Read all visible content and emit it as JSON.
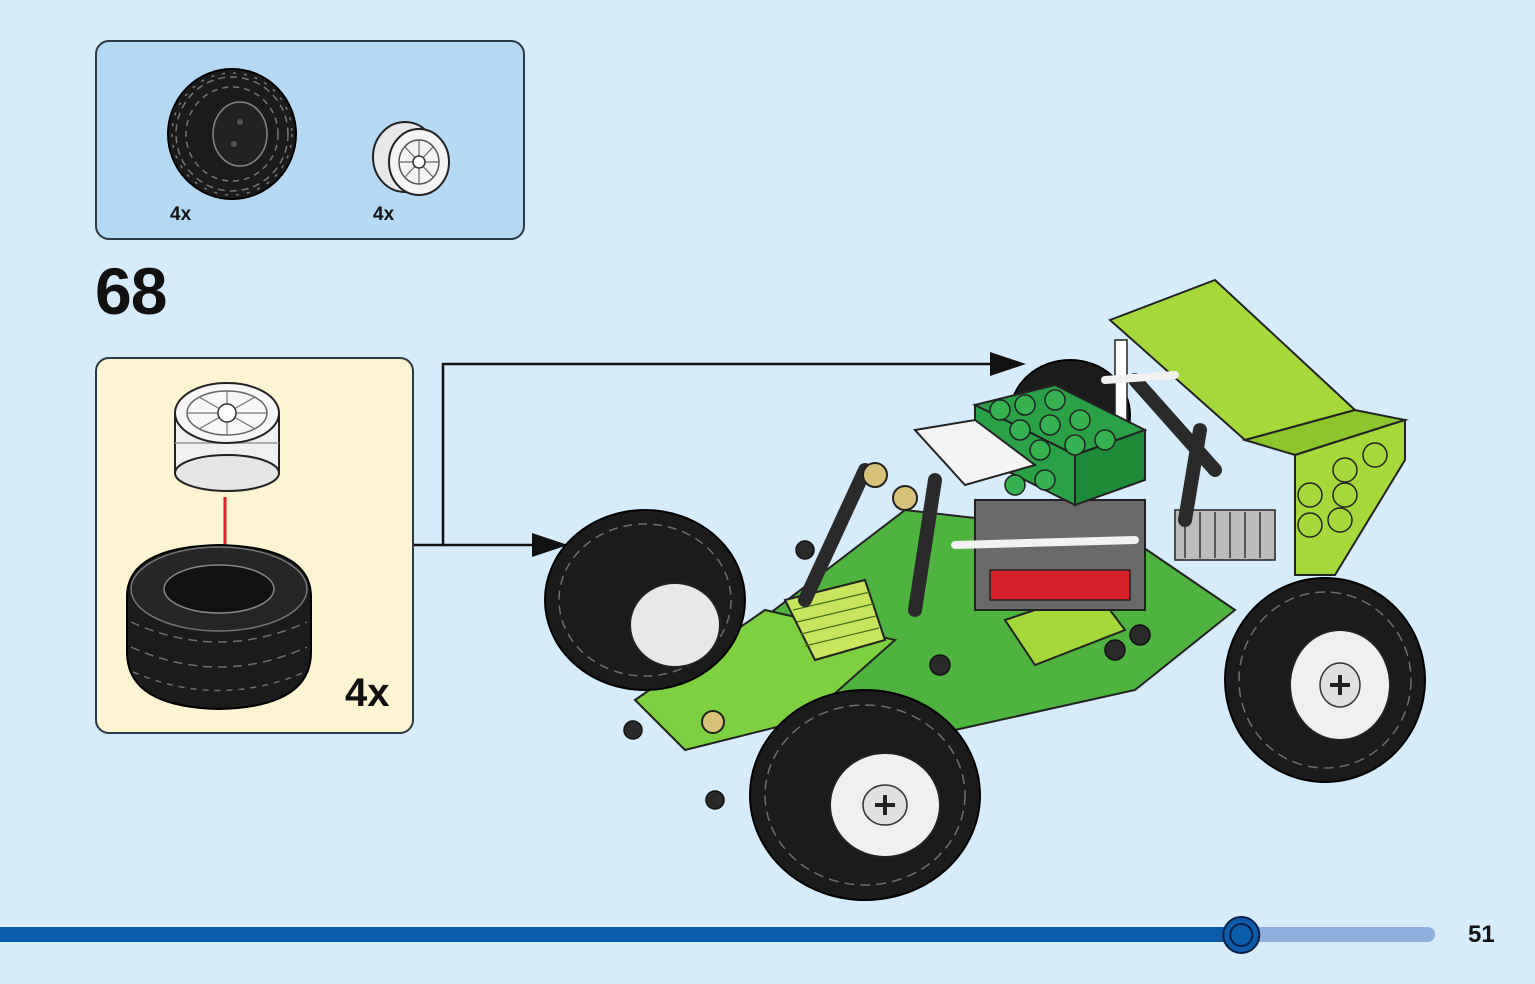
{
  "parts_list": {
    "items": [
      {
        "name": "tire",
        "icon": "black-offroad-tire-icon",
        "quantity": "4x"
      },
      {
        "name": "wheel-rim",
        "icon": "white-wheel-rim-icon",
        "quantity": "4x"
      }
    ]
  },
  "step": {
    "number": "68",
    "subassembly": {
      "quantity": "4x",
      "parts": [
        "white-wheel-rim-icon",
        "black-offroad-tire-icon"
      ]
    }
  },
  "model": {
    "icon": "green-buggy-model-icon"
  },
  "footer": {
    "page_number": "51",
    "progress": 0.865
  },
  "colors": {
    "page_bg": "#d7ecfb",
    "parts_box_bg": "#b3d9f5",
    "subassembly_bg": "#fdf5d2",
    "progress_bar": "#0b5cab",
    "progress_track": "#8fb0de",
    "buggy_green": "#4fb33f",
    "lime": "#a5d93a",
    "arrow_red": "#e0202a"
  }
}
